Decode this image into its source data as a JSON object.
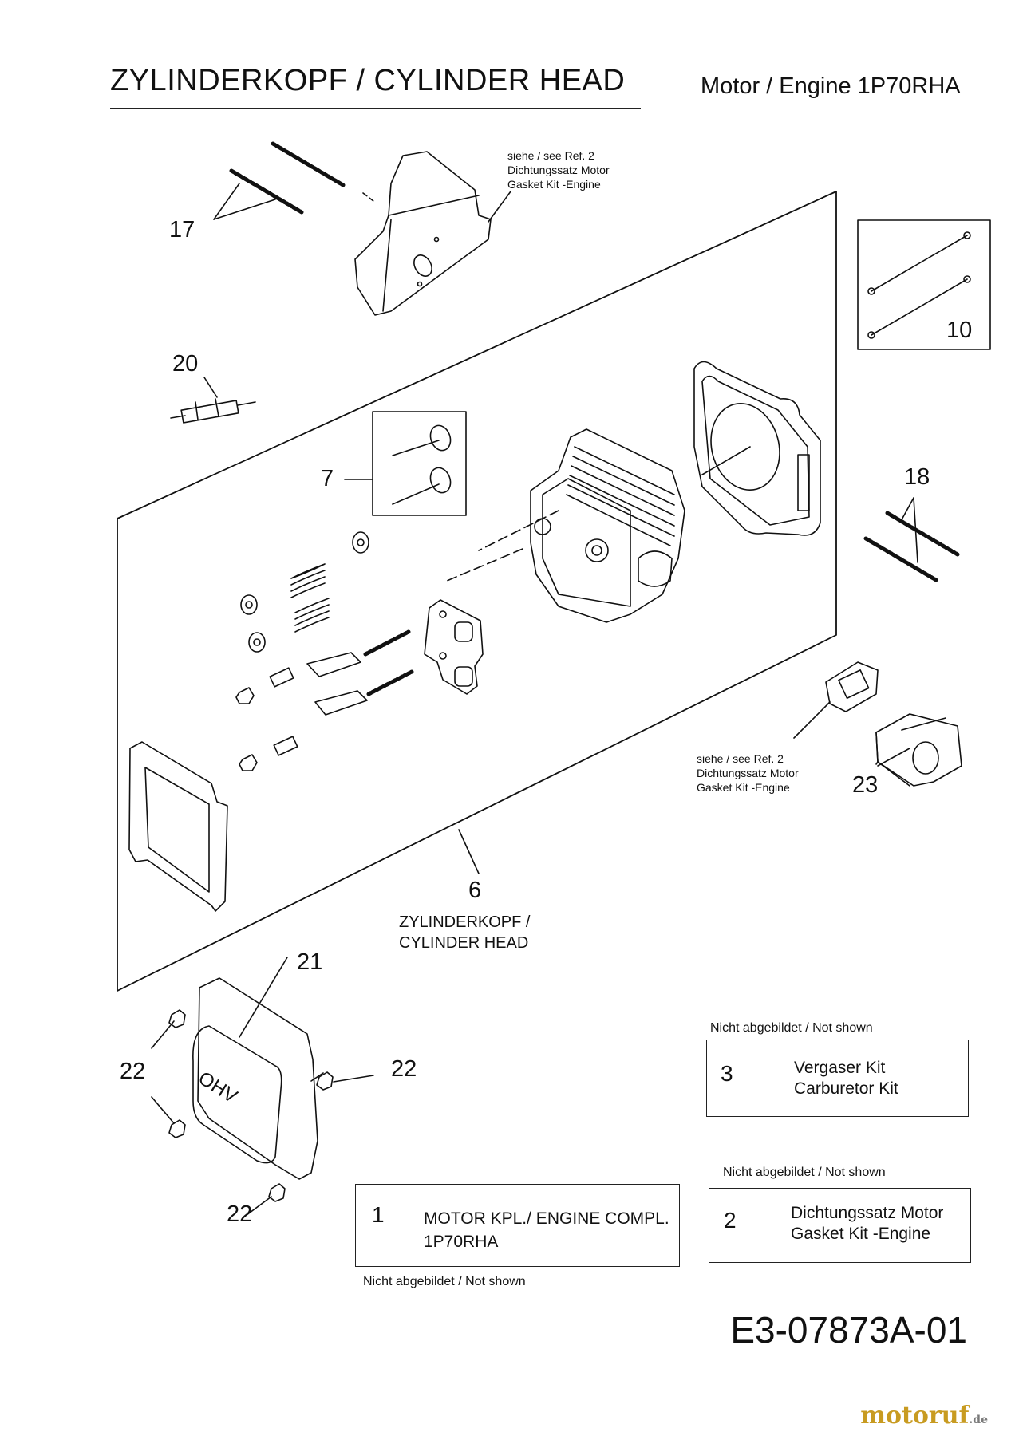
{
  "header": {
    "title": "ZYLINDERKOPF / CYLINDER HEAD",
    "engine": "Motor / Engine  1P70RHA"
  },
  "callouts": {
    "c17": "17",
    "c10": "10",
    "c20": "20",
    "c7": "7",
    "c18": "18",
    "c23": "23",
    "c6": "6",
    "c21": "21",
    "c22a": "22",
    "c22b": "22",
    "c22c": "22"
  },
  "notes": {
    "gasket_ref_top": "siehe / see  Ref. 2 Dichtungssatz Motor Gasket Kit -Engine",
    "gasket_ref_bottom": "siehe / see  Ref. 2 Dichtungssatz Motor Gasket Kit -Engine"
  },
  "caption_6": {
    "line1": "ZYLINDERKOPF /",
    "line2": "CYLINDER HEAD"
  },
  "valve_cover_text": "OHV",
  "not_shown_boxes": [
    {
      "header": "Nicht abgebildet / Not shown",
      "num": "3",
      "line1": "Vergaser Kit",
      "line2": "Carburetor Kit"
    },
    {
      "header": "Nicht abgebildet / Not shown",
      "num": "2",
      "line1": "Dichtungssatz Motor",
      "line2": "Gasket Kit -Engine"
    },
    {
      "header": "Nicht abgebildet / Not shown",
      "num": "1",
      "line1": "MOTOR KPL./ ENGINE COMPL.",
      "line2": "1P70RHA"
    }
  ],
  "footer": {
    "part_number": "E3-07873A-01",
    "brand_main": "motoruf",
    "brand_tld": ".de"
  }
}
